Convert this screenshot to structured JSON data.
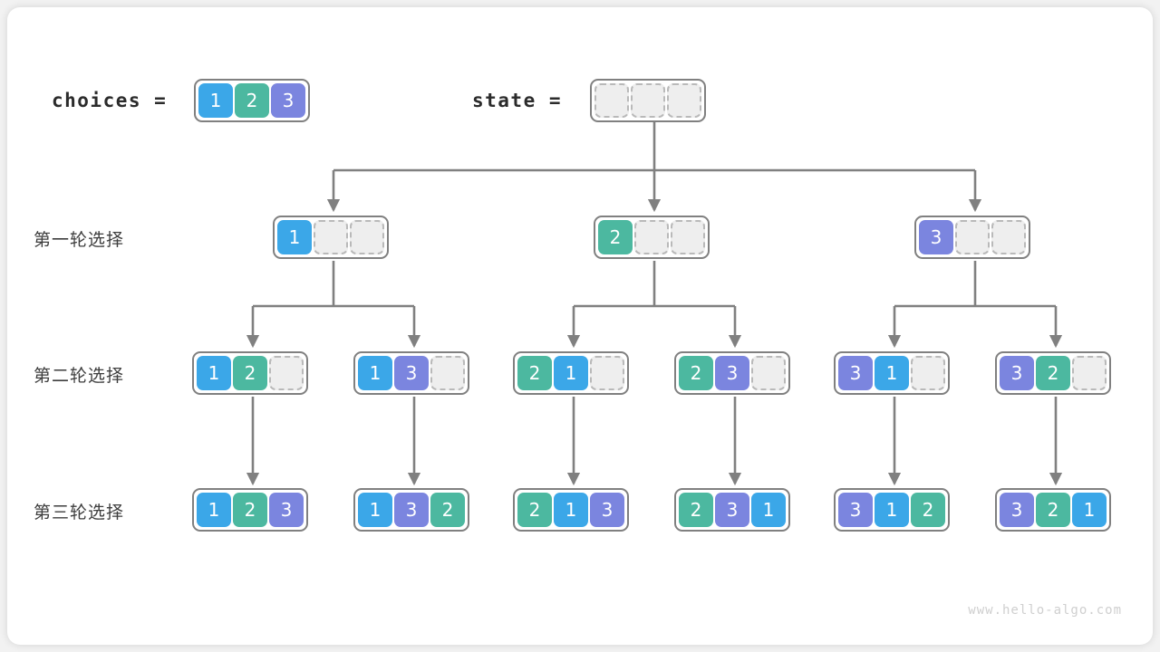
{
  "meta": {
    "watermark": "www.hello-algo.com",
    "bg_color": "#f2f2f2",
    "card_color": "#ffffff",
    "line_color": "#808080",
    "palette": {
      "blue": "#3ba7e8",
      "teal": "#4cb8a0",
      "purple": "#7b85df",
      "empty_fill": "#eeeeee",
      "empty_border": "#b9b9b9"
    }
  },
  "header": {
    "choices_label": "choices  =",
    "choices_cells": [
      "1",
      "2",
      "3"
    ],
    "state_label": "state  =",
    "state_cells": [
      "",
      "",
      ""
    ]
  },
  "rows": [
    {
      "label": "第一轮选择"
    },
    {
      "label": "第二轮选择"
    },
    {
      "label": "第三轮选择"
    }
  ],
  "level1": [
    {
      "cells": [
        "1",
        "",
        ""
      ]
    },
    {
      "cells": [
        "2",
        "",
        ""
      ]
    },
    {
      "cells": [
        "3",
        "",
        ""
      ]
    }
  ],
  "level2": [
    {
      "cells": [
        "1",
        "2",
        ""
      ]
    },
    {
      "cells": [
        "1",
        "3",
        ""
      ]
    },
    {
      "cells": [
        "2",
        "1",
        ""
      ]
    },
    {
      "cells": [
        "2",
        "3",
        ""
      ]
    },
    {
      "cells": [
        "3",
        "1",
        ""
      ]
    },
    {
      "cells": [
        "3",
        "2",
        ""
      ]
    }
  ],
  "level3": [
    {
      "cells": [
        "1",
        "2",
        "3"
      ]
    },
    {
      "cells": [
        "1",
        "3",
        "2"
      ]
    },
    {
      "cells": [
        "2",
        "1",
        "3"
      ]
    },
    {
      "cells": [
        "2",
        "3",
        "1"
      ]
    },
    {
      "cells": [
        "3",
        "1",
        "2"
      ]
    },
    {
      "cells": [
        "3",
        "2",
        "1"
      ]
    }
  ]
}
